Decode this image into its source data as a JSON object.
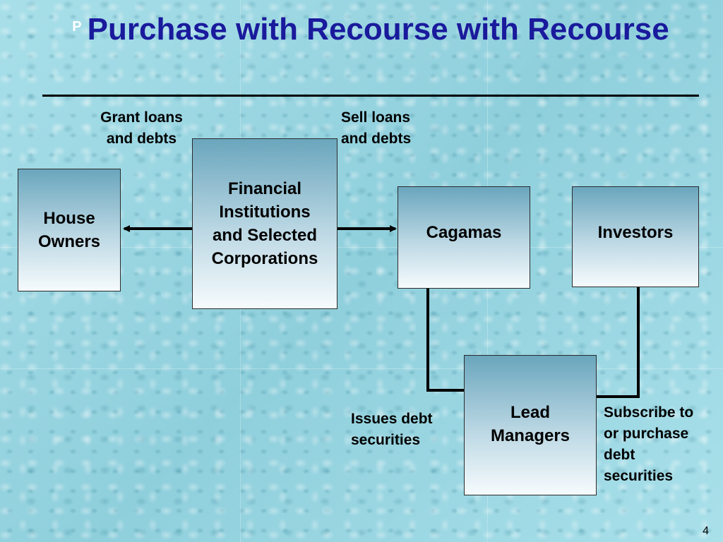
{
  "title": {
    "marker": "P",
    "text": "Purchase with Recourse with Recourse"
  },
  "nodes": {
    "house_owners": "House\nOwners",
    "financial_institutions": "Financial\nInstitutions\nand Selected\nCorporations",
    "cagamas": "Cagamas",
    "investors": "Investors",
    "lead_managers": "Lead\nManagers"
  },
  "edge_labels": {
    "grant_loans": "Grant loans\nand debts",
    "sell_loans": "Sell loans\nand debts",
    "issues_debt": "Issues debt\nsecurities",
    "subscribe": "Subscribe to\nor purchase\ndebt\nsecurities"
  },
  "page_number": "4",
  "colors": {
    "title": "#1a1a9c",
    "background": "#9fd9e4",
    "box_top": "#6aa6bd",
    "box_bottom": "#f6fbfd"
  }
}
